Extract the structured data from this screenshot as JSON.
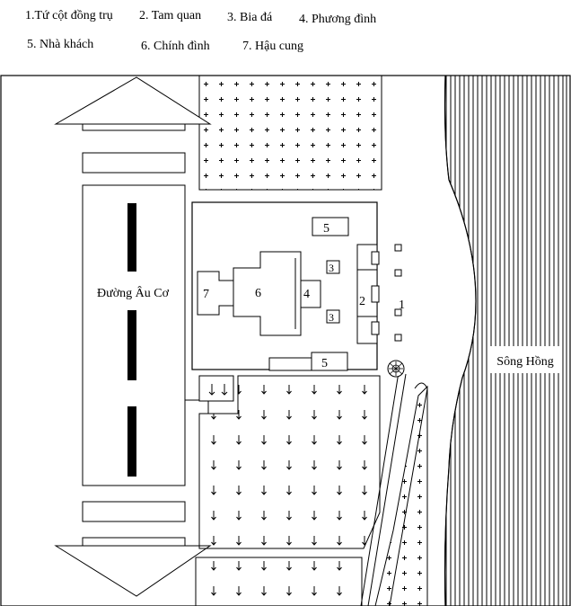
{
  "legend": [
    {
      "num": "1",
      "text": "1.Tứ cột đồng trụ"
    },
    {
      "num": "2",
      "text": "2. Tam quan"
    },
    {
      "num": "3",
      "text": "3. Bia đá"
    },
    {
      "num": "4",
      "text": "4. Phương đình"
    },
    {
      "num": "5",
      "text": "5. Nhà khách"
    },
    {
      "num": "6",
      "text": "6. Chính đình"
    },
    {
      "num": "7",
      "text": "7. Hậu cung"
    }
  ],
  "labels": {
    "road": "Đường Âu Cơ",
    "river": "Sông Hồng",
    "n1": "1",
    "n2": "2",
    "n3": "3",
    "n4": "4",
    "n5": "5",
    "n6": "6",
    "n7": "7"
  },
  "colors": {
    "line": "#000000",
    "background": "#ffffff"
  },
  "patterns": {
    "garden_top": "plus-pattern",
    "garden_bottom": "arrow-pattern",
    "river": "vertical-lines"
  }
}
